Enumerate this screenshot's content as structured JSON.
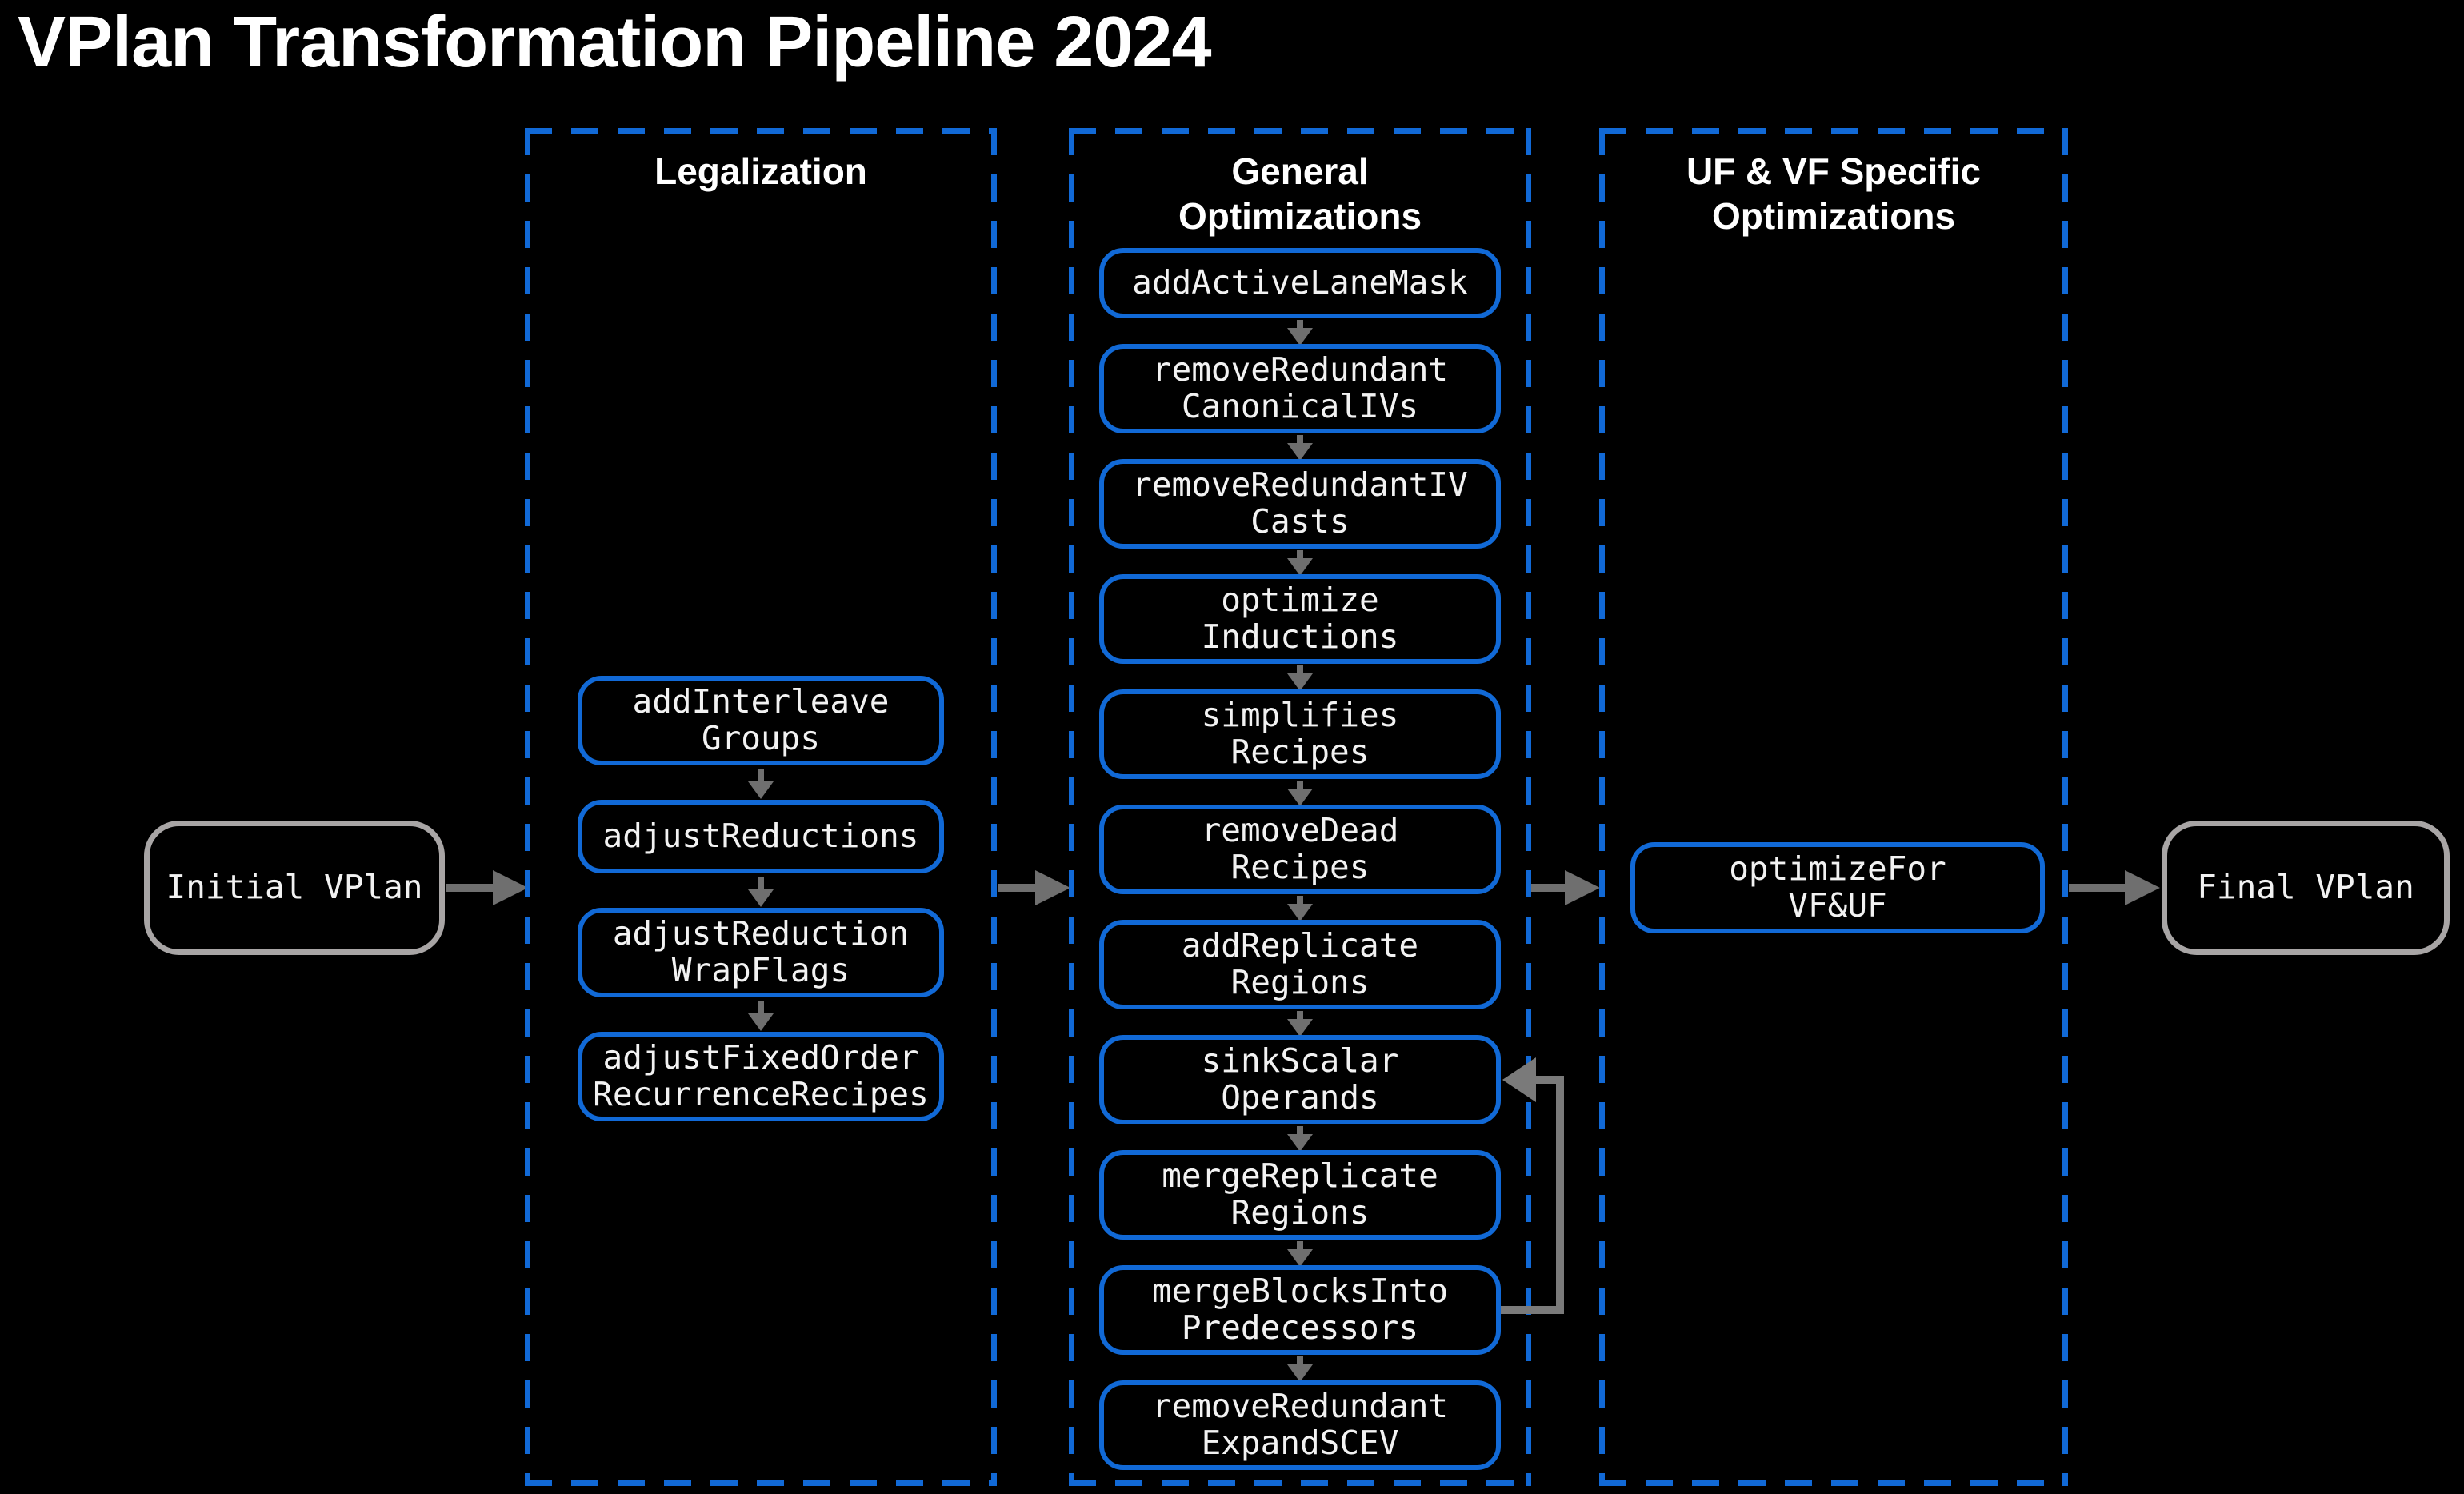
{
  "title": "VPlan Transformation Pipeline 2024",
  "endpoints": {
    "initial": "Initial VPlan",
    "final": "Final VPlan"
  },
  "columns": [
    {
      "title": "Legalization",
      "steps": [
        "addInterleave\nGroups",
        "adjustReductions",
        "adjustReduction\nWrapFlags",
        "adjustFixedOrder\nRecurrenceRecipes"
      ]
    },
    {
      "title": "General\nOptimizations",
      "steps": [
        "addActiveLaneMask",
        "removeRedundant\nCanonicalIVs",
        "removeRedundantIV\nCasts",
        "optimize\nInductions",
        "simplifies\nRecipes",
        "removeDead\nRecipes",
        "addReplicate\nRegions",
        "sinkScalar\nOperands",
        "mergeReplicate\nRegions",
        "mergeBlocksInto\nPredecessors",
        "removeRedundant\nExpandSCEV"
      ]
    },
    {
      "title": "UF & VF Specific\nOptimizations",
      "steps": [
        "optimizeFor\nVF&UF"
      ]
    }
  ],
  "loop": {
    "from": "mergeBlocksInto Predecessors",
    "to": "sinkScalar Operands"
  },
  "colors": {
    "accent-blue": "#1169d6",
    "arrow-gray": "#6f6f6f",
    "loop-gray": "#7a7a7a",
    "endpoint-gray": "#a8a5a5",
    "background": "#000000",
    "text": "#f2f2f2"
  }
}
